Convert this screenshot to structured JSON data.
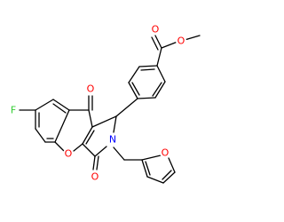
{
  "structure": {
    "atoms": {
      "O_ester_carbonyl": {
        "symbol": "O",
        "color": "#ff0000"
      },
      "O_ester_ether": {
        "symbol": "O",
        "color": "#ff0000"
      },
      "F": {
        "symbol": "F",
        "color": "#33cc33"
      },
      "O_ketone": {
        "symbol": "O",
        "color": "#ff0000"
      },
      "N": {
        "symbol": "N",
        "color": "#0000ff"
      },
      "O_furan": {
        "symbol": "O",
        "color": "#ff0000"
      },
      "O_pyran": {
        "symbol": "O",
        "color": "#ff0000"
      },
      "O_lactam": {
        "symbol": "O",
        "color": "#ff0000"
      }
    }
  }
}
